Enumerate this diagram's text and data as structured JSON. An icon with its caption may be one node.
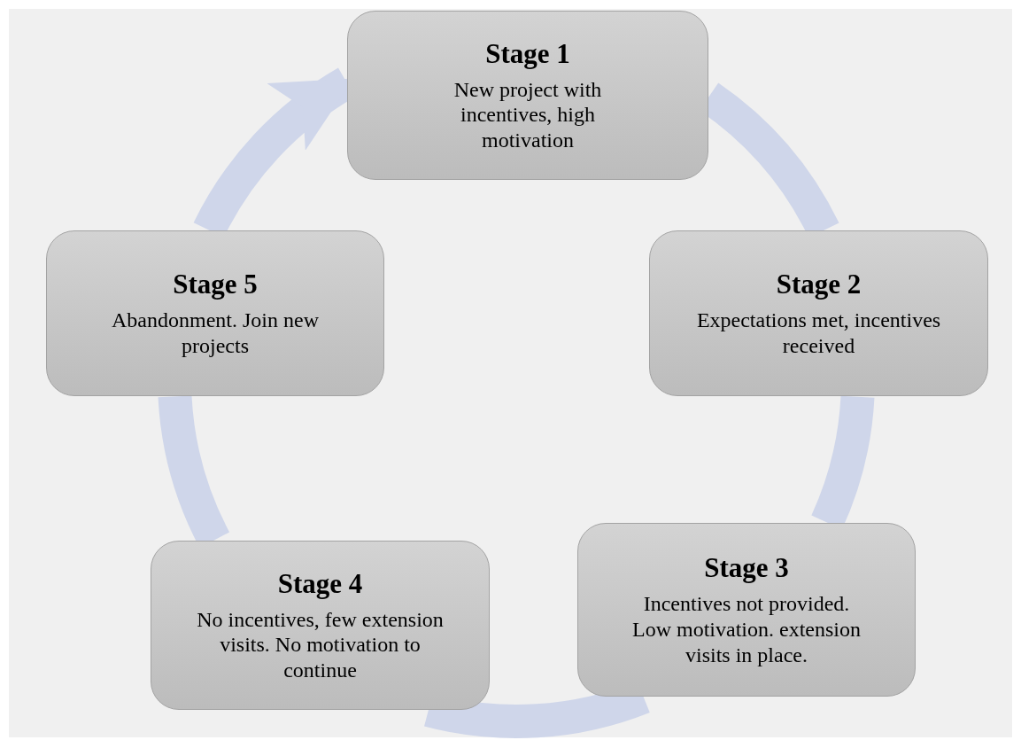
{
  "diagram": {
    "nodes": [
      {
        "text": [
          "Stage 1",
          "New project with incentives, high motivation"
        ]
      },
      {
        "text": [
          "Stage 2",
          "Expectations met, incentives received"
        ]
      },
      {
        "text": [
          "Stage 3",
          "Incentives not provided. Low motivation. extension visits in place."
        ]
      },
      {
        "text": [
          "Stage 4",
          "No incentives, few extension visits. No motivation to continue"
        ]
      },
      {
        "text": [
          "Stage 5",
          "Abandonment. Join new projects"
        ]
      }
    ],
    "edges": [
      {
        "from": 0,
        "to": 1,
        "arrow": "none"
      },
      {
        "from": 1,
        "to": 2,
        "arrow": "none"
      },
      {
        "from": 2,
        "to": 3,
        "arrow": "none"
      },
      {
        "from": 3,
        "to": 4,
        "arrow": "none"
      },
      {
        "from": 4,
        "to": 0,
        "arrow": "to"
      }
    ]
  }
}
